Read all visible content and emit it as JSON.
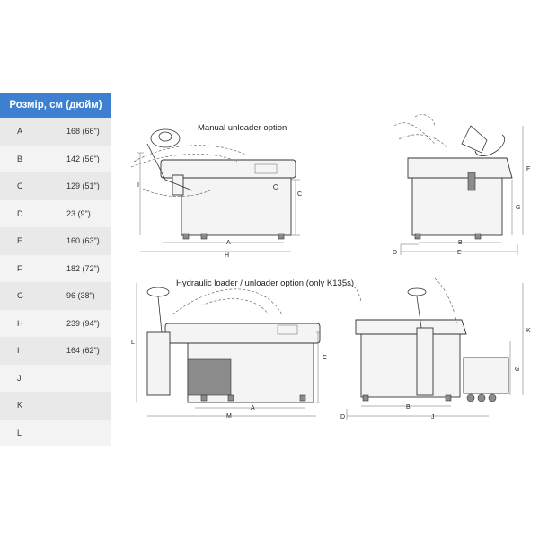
{
  "table": {
    "header": "Розмір, см (дюйм)",
    "rows": [
      {
        "key": "A",
        "value": "168 (66\")"
      },
      {
        "key": "B",
        "value": "142 (56\")"
      },
      {
        "key": "C",
        "value": "129 (51\")"
      },
      {
        "key": "D",
        "value": "23 (9\")"
      },
      {
        "key": "E",
        "value": "160 (63\")"
      },
      {
        "key": "F",
        "value": "182 (72\")"
      },
      {
        "key": "G",
        "value": "96 (38\")"
      },
      {
        "key": "H",
        "value": "239 (94\")"
      },
      {
        "key": "I",
        "value": "164 (62\")"
      },
      {
        "key": "J",
        "value": ""
      },
      {
        "key": "K",
        "value": ""
      },
      {
        "key": "L",
        "value": ""
      }
    ]
  },
  "captions": {
    "manual": "Manual unloader option",
    "hydraulic": "Hydraulic loader / unloader option (only K135s)"
  },
  "dim_labels": {
    "A": "A",
    "B": "B",
    "C": "C",
    "D": "D",
    "E": "E",
    "F": "F",
    "G": "G",
    "H": "H",
    "I": "I",
    "J": "J",
    "K": "K",
    "L": "L",
    "M": "M"
  }
}
